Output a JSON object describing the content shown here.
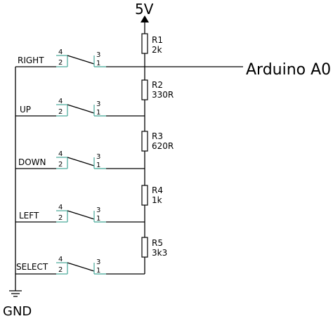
{
  "supply": {
    "label": "5V",
    "color": "#e8401c"
  },
  "ground": {
    "label": "GND"
  },
  "output": {
    "label": "Arduino A0",
    "color": "#7b2fbe"
  },
  "pins": {
    "p4": "4",
    "p2": "2",
    "p3": "3",
    "p1": "1"
  },
  "buttons": [
    {
      "label": "RIGHT"
    },
    {
      "label": "UP"
    },
    {
      "label": "DOWN"
    },
    {
      "label": "LEFT"
    },
    {
      "label": "SELECT"
    }
  ],
  "resistors": [
    {
      "name": "R1",
      "value": "2k"
    },
    {
      "name": "R2",
      "value": "330R"
    },
    {
      "name": "R3",
      "value": "620R"
    },
    {
      "name": "R4",
      "value": "1k"
    },
    {
      "name": "R5",
      "value": "3k3"
    }
  ]
}
